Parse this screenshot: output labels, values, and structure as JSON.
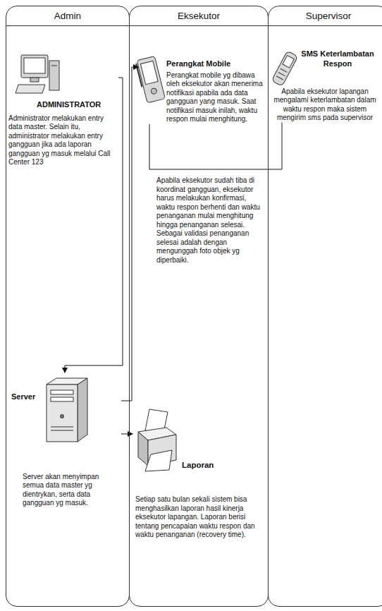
{
  "diagram": {
    "nodes": [
      {
        "text": [
          "Admin"
        ]
      },
      {
        "text": [
          "Eksekutor"
        ]
      },
      {
        "text": [
          "Supervisor"
        ]
      },
      {
        "text": [
          "ADMINISTRATOR",
          "Administrator melakukan entry data master. Selain itu, administrator melakukan entry gangguan jika ada laporan gangguan yg masuk melalui Call Center 123"
        ],
        "in": 0
      },
      {
        "text": [
          "Perangkat Mobile",
          "Perangkat mobile yg dibawa oleh eksekutor akan menerima notifikasi apabila ada data gangguan yang masuk. Saat notifikasi masuk inilah, waktu respon mulai menghitung."
        ],
        "in": 1
      },
      {
        "text": [
          "SMS Keterlambatan Respon",
          "Apabila eksekutor lapangan mengalami keterlambatan dalam waktu respon maka sistem mengirim sms pada supervisor"
        ],
        "in": 2
      },
      {
        "text": [
          "Server",
          "Server akan menyimpan semua data master yg dientrykan, serta data gangguan yg masuk."
        ],
        "in": 0
      },
      {
        "text": [
          "Laporan",
          "Setiap satu bulan sekali sistem bisa menghasilkan laporan hasil kinerja eksekutor lapangan. Laporan berisi tentang pencapaian waktu respon dan waktu penanganan (recovery time)."
        ],
        "in": 1
      }
    ],
    "edges": [
      {
        "from": 3,
        "to": 6,
        "arrow": "to"
      },
      {
        "from": 6,
        "to": 4,
        "arrow": "to"
      },
      {
        "from": 4,
        "to": 5,
        "arrow": "none"
      },
      {
        "from": 6,
        "to": 7,
        "arrow": "to"
      }
    ],
    "labels": [
      "Apabila eksekutor sudah tiba di koordinat gangguan, eksekutor harus melakukan konfirmasi, waktu respon berhenti dan waktu penanganan mulai menghitung hingga penanganan selesai. Sebagai validasi penanganan selesai adalah dengan mengunggah foto objek yg diperbaiki."
    ]
  }
}
